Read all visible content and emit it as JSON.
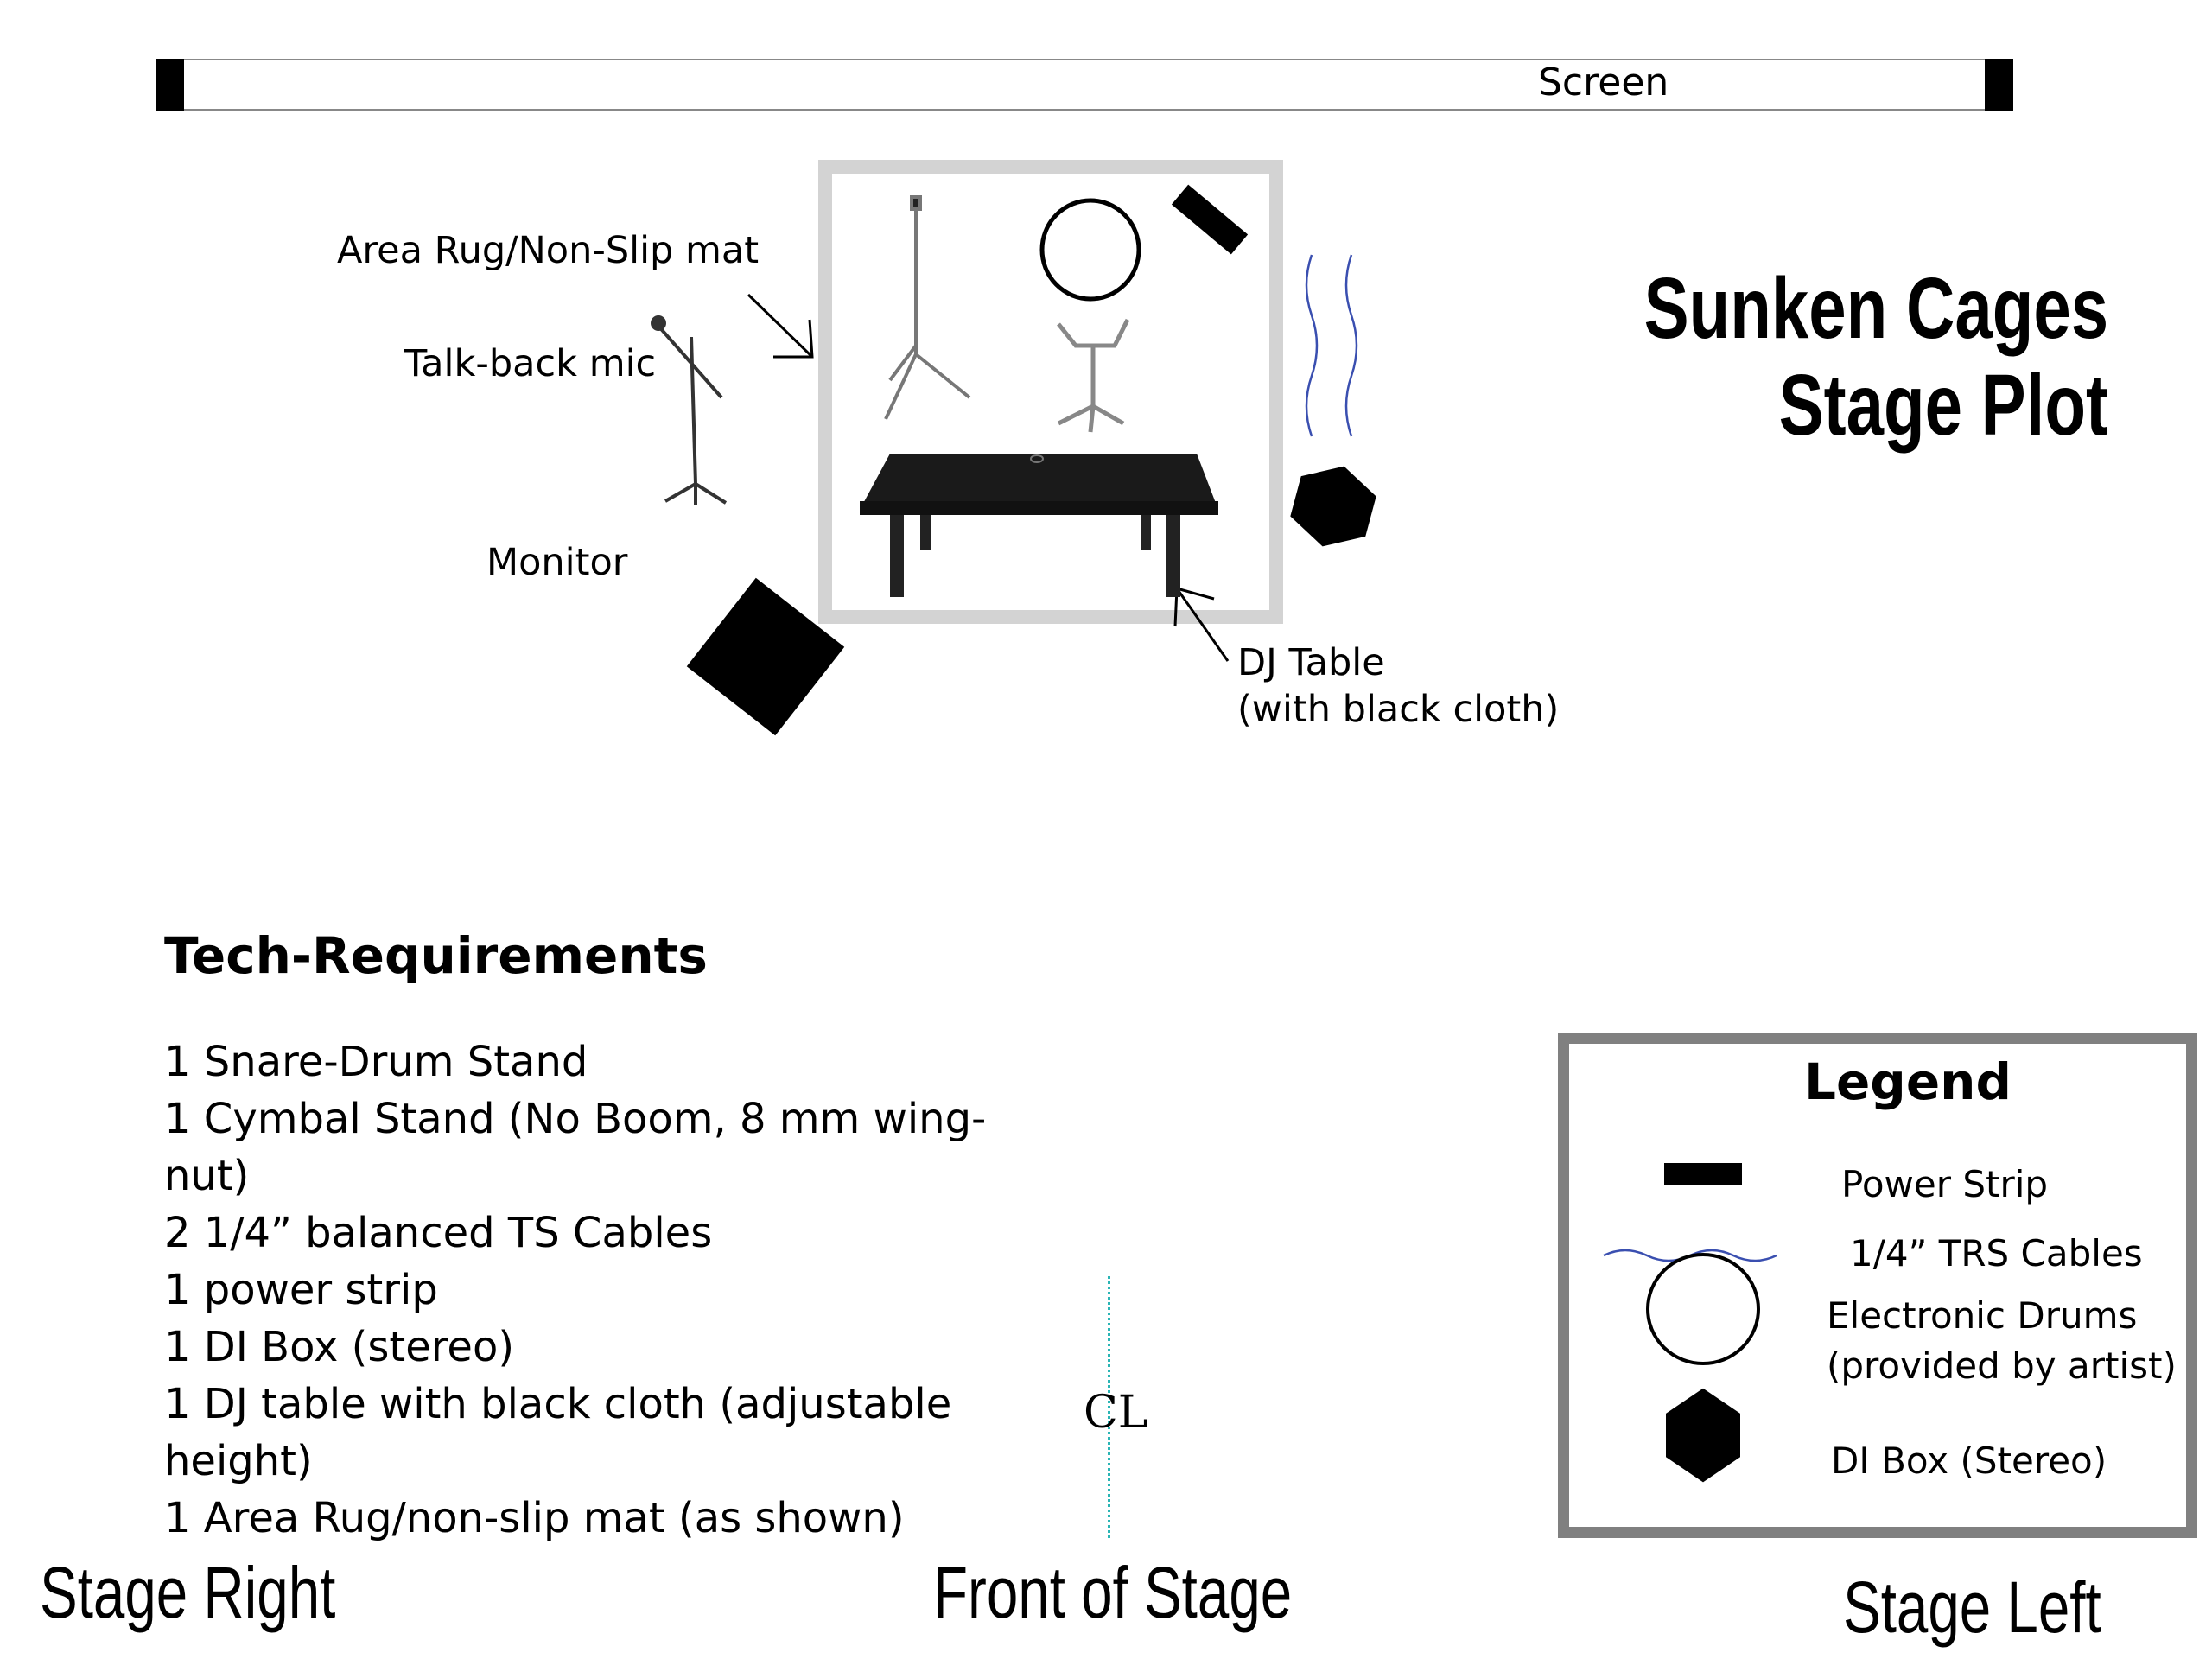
{
  "screen_label": "Screen",
  "title": {
    "line1": "Sunken Cages",
    "line2": "Stage Plot"
  },
  "labels": {
    "area_rug": "Area Rug/Non-Slip mat",
    "talkback_mic": "Talk-back mic",
    "monitor": "Monitor",
    "dj_table_line1": "DJ Table",
    "dj_table_line2": "(with black cloth)"
  },
  "tech": {
    "heading": "Tech-Requirements",
    "items": [
      "1 Snare-Drum Stand",
      "1 Cymbal Stand (No Boom, 8 mm wing-nut)",
      "2 1/4” balanced TS Cables",
      "1 power strip",
      "1 DI Box (stereo)",
      "1 DJ table with black cloth (adjustable height)",
      "1 Area Rug/non-slip mat (as shown)"
    ]
  },
  "centerline_symbol": "CL",
  "stage_directions": {
    "right": "Stage Right",
    "front": "Front of Stage",
    "left": "Stage Left"
  },
  "legend": {
    "title": "Legend",
    "items": [
      {
        "icon": "power-strip-rect",
        "label": "Power Strip"
      },
      {
        "icon": "cable-wave",
        "label": "1/4” TRS Cables"
      },
      {
        "icon": "drum-circle",
        "label": "Electronic Drums",
        "label2": "(provided by artist)"
      },
      {
        "icon": "di-box-hexagon",
        "label": "DI Box (Stereo)"
      }
    ]
  },
  "colors": {
    "cable": "#3a4fb0",
    "centerline": "#2ab5b5",
    "rug_border": "#d3d3d3",
    "legend_border": "#808080"
  }
}
